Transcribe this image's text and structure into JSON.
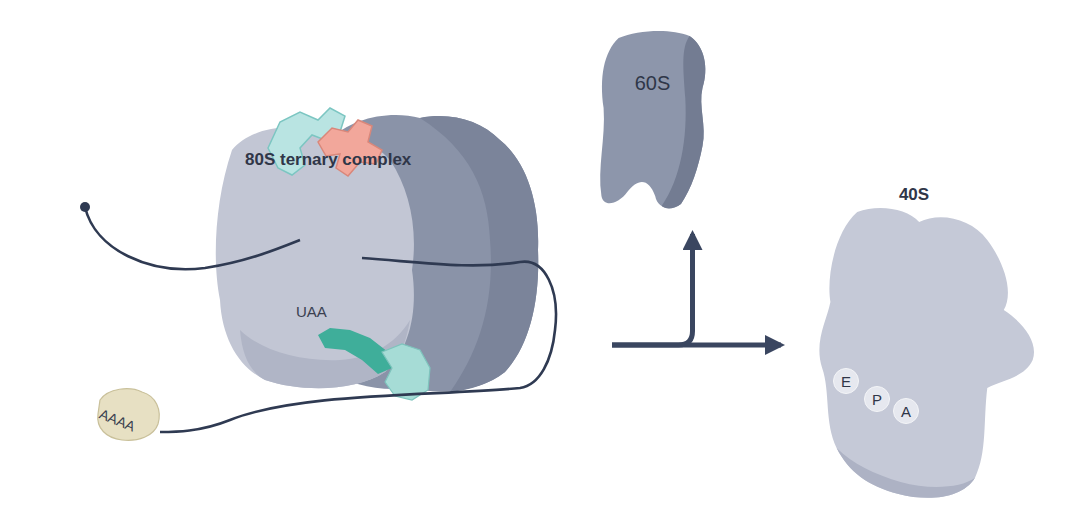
{
  "diagram": {
    "nodes": [
      {
        "text": [
          "80S ternary complex"
        ]
      },
      {
        "text": [
          "60S"
        ]
      },
      {
        "text": [
          "40S"
        ]
      },
      {
        "text": [
          "E"
        ],
        "in": 2
      },
      {
        "text": [
          "P"
        ],
        "in": 2
      },
      {
        "text": [
          "A"
        ],
        "in": 2
      }
    ],
    "edges": [
      {
        "from": 0,
        "to": 1,
        "arrow": "to"
      },
      {
        "from": 0,
        "to": 2,
        "arrow": "to"
      }
    ],
    "labels": [
      "UAA",
      "AAAA"
    ]
  }
}
